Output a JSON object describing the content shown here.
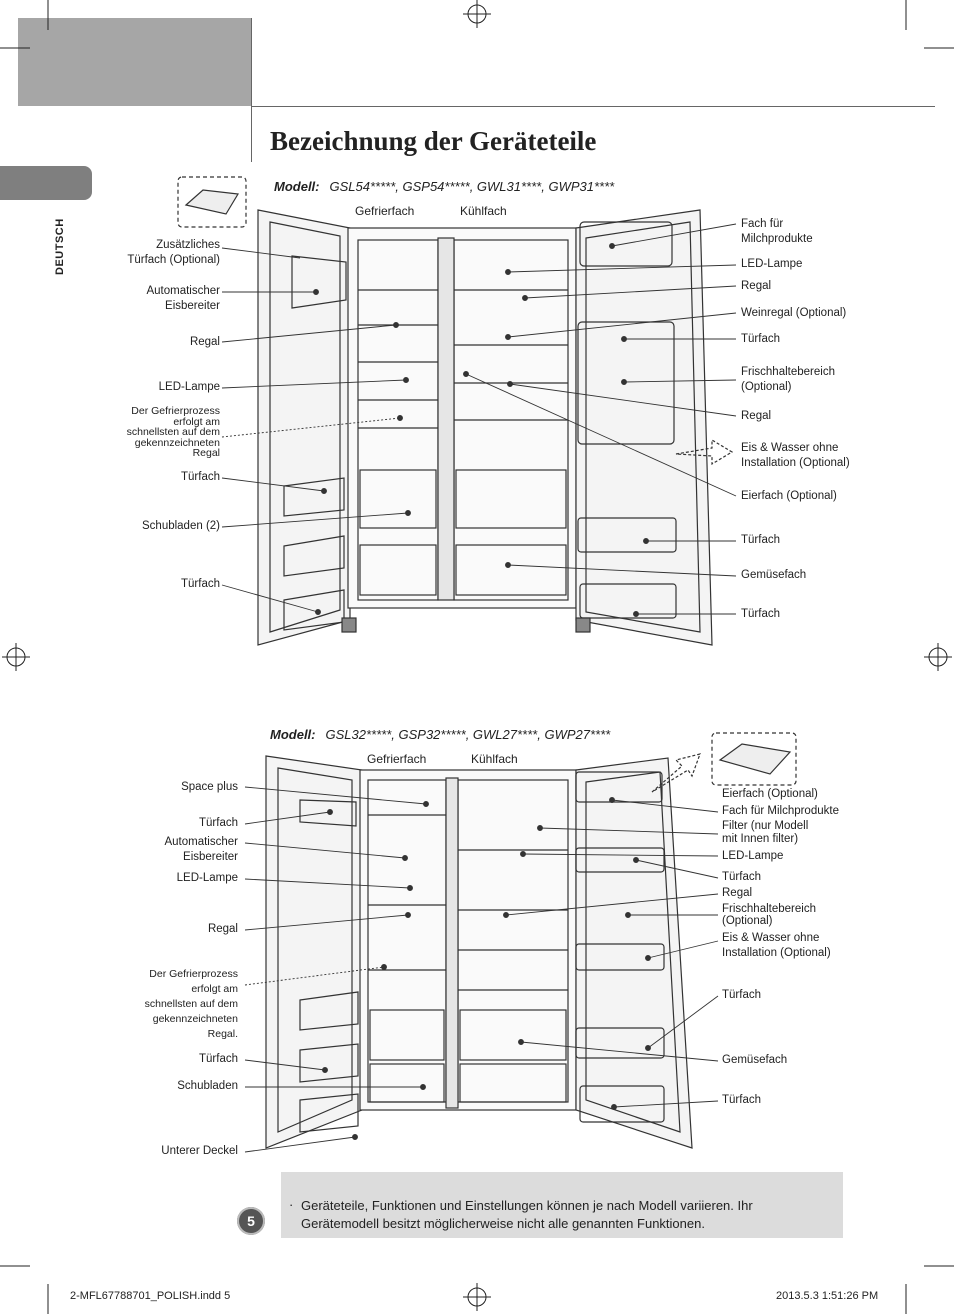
{
  "header": {
    "language": "DEUTSCH",
    "title": "Bezeichnung der Geräteteile"
  },
  "diagram1": {
    "model_label": "Modell:",
    "models": "GSL54*****, GSP54*****, GWL31****, GWP31****",
    "freezer": "Gefrierfach",
    "fridge": "Kühlfach",
    "left_labels": [
      "Zusätzliches\nTürfach (Optional)",
      "Automatischer\nEisbereiter",
      "Regal",
      "LED-Lampe",
      "Der Gefrierprozess\nerfolgt am\nschnellsten auf dem\ngekennzeichneten\nRegal",
      "Türfach",
      "Schubladen (2)",
      "Türfach"
    ],
    "right_labels": [
      "Fach für\nMilchprodukte",
      "LED-Lampe",
      "Regal",
      "Weinregal (Optional)",
      "Türfach",
      "Frischhaltebereich\n(Optional)",
      "Regal",
      "Eis & Wasser ohne\nInstallation (Optional)",
      "Eierfach (Optional)",
      "Türfach",
      "Gemüsefach",
      "Türfach"
    ]
  },
  "diagram2": {
    "model_label": "Modell:",
    "models": "GSL32*****, GSP32*****, GWL27****, GWP27****",
    "freezer": "Gefrierfach",
    "fridge": "Kühlfach",
    "left_labels": [
      "Space plus",
      "Türfach",
      "Automatischer\nEisbereiter",
      "LED-Lampe",
      "Regal",
      "Der Gefrierprozess\nerfolgt am\nschnellsten auf dem\ngekennzeichneten\nRegal.",
      "Türfach",
      "Schubladen",
      "Unterer Deckel"
    ],
    "right_labels": [
      "Eierfach (Optional)",
      "Fach für Milchprodukte",
      "Filter (nur Modell\nmit Innen filter)",
      "LED-Lampe",
      "Türfach",
      "Regal",
      "Frischhaltebereich\n(Optional)",
      "Eis & Wasser ohne\nInstallation (Optional)",
      "Türfach",
      "Gemüsefach",
      "Türfach"
    ]
  },
  "note": {
    "bullet": "·",
    "text": "Geräteteile, Funktionen und Einstellungen können je nach Modell variieren. Ihr Gerätemodell besitzt möglicherweise nicht alle genannten Funktionen."
  },
  "page_number": "5",
  "footer": {
    "file": "2-MFL67788701_POLISH.indd   5",
    "timestamp": "2013.5.3   1:51:26 PM"
  }
}
